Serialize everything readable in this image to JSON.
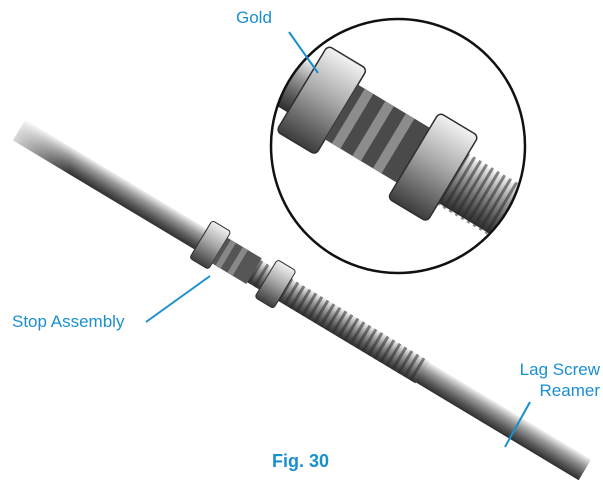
{
  "labels": {
    "gold": "Gold",
    "stop_assembly": "Stop Assembly",
    "lag_screw_reamer_line1": "Lag Screw",
    "lag_screw_reamer_line2": "Reamer"
  },
  "figure": {
    "caption": "Fig. 30"
  },
  "colors": {
    "callout": "#1a8fd0",
    "metal_dark": "#3a3a3a",
    "metal_mid": "#7a7a7a",
    "metal_light": "#d8d8d8"
  }
}
